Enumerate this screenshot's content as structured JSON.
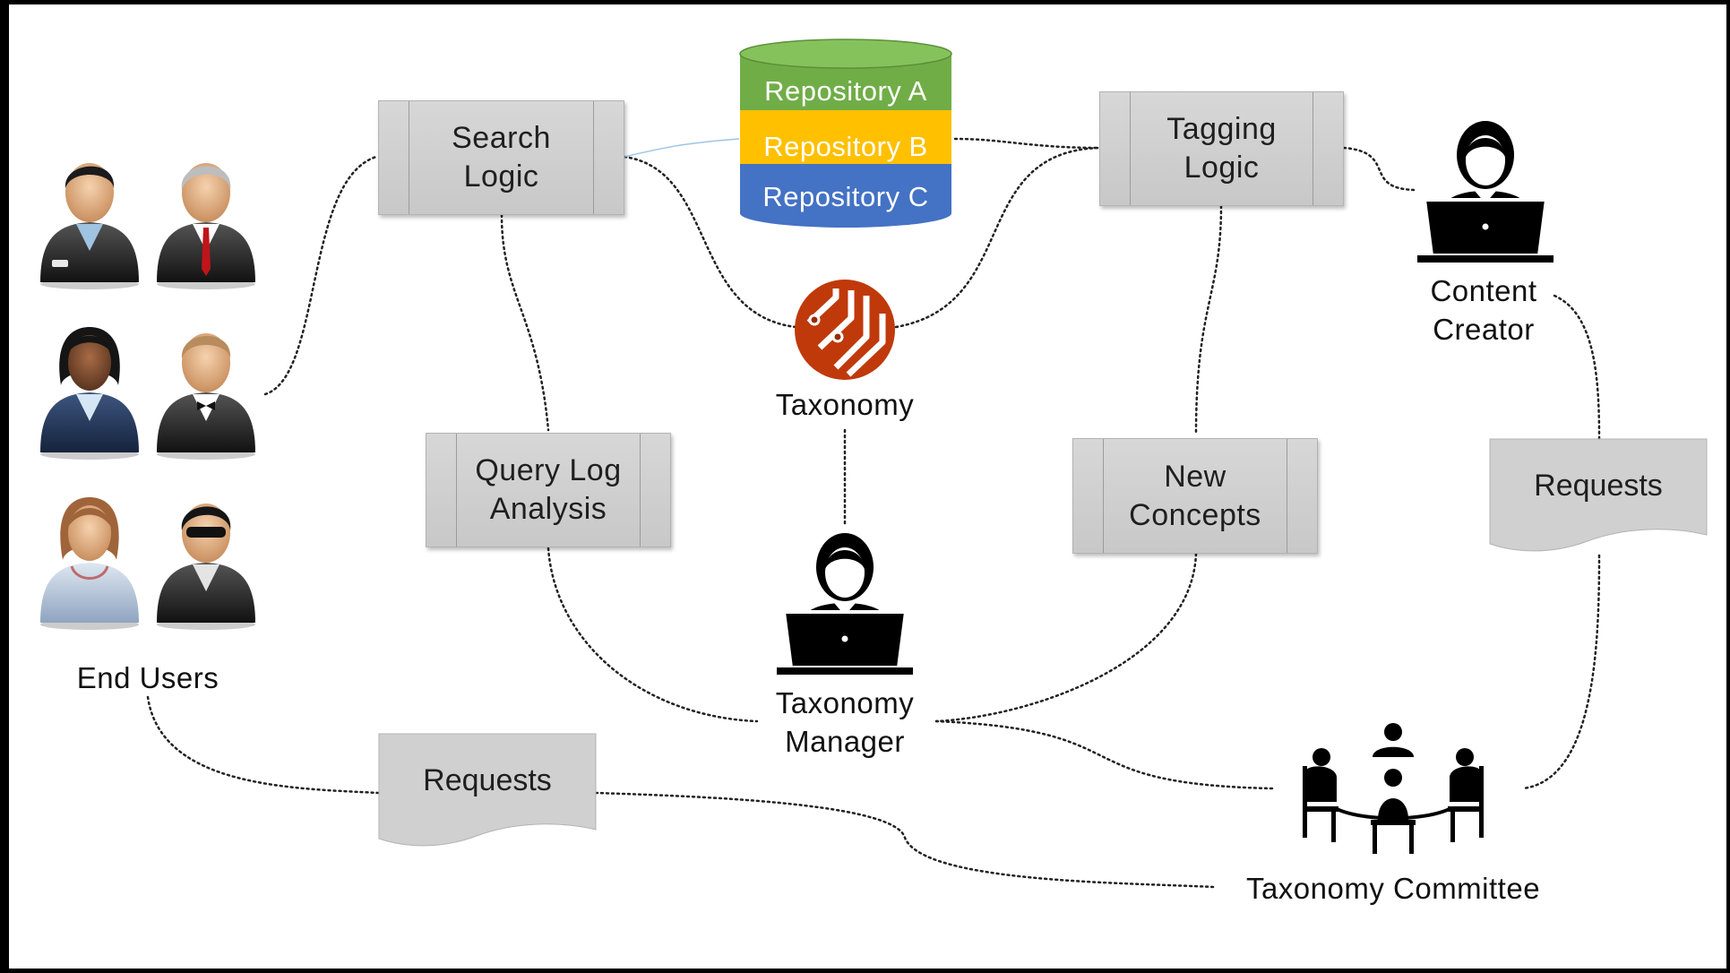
{
  "nodes": {
    "search_logic": "Search\nLogic",
    "tagging_logic": "Tagging\nLogic",
    "query_log_analysis": "Query Log\nAnalysis",
    "new_concepts": "New\nConcepts",
    "requests_right": "Requests",
    "requests_bottom": "Requests"
  },
  "repositories": [
    {
      "label": "Repository A",
      "color": "#70ad47"
    },
    {
      "label": "Repository B",
      "color": "#ffc000"
    },
    {
      "label": "Repository C",
      "color": "#4472c4"
    }
  ],
  "actors": {
    "end_users": "End Users",
    "taxonomy": "Taxonomy",
    "taxonomy_manager": "Taxonomy\nManager",
    "content_creator": "Content\nCreator",
    "taxonomy_committee": "Taxonomy Committee"
  },
  "colors": {
    "taxonomy_logo": "#c0390b",
    "process_box": "#d0d0d0"
  },
  "icons": [
    "user-icon",
    "taxonomy-logo-icon",
    "person-laptop-icon",
    "meeting-table-icon"
  ]
}
